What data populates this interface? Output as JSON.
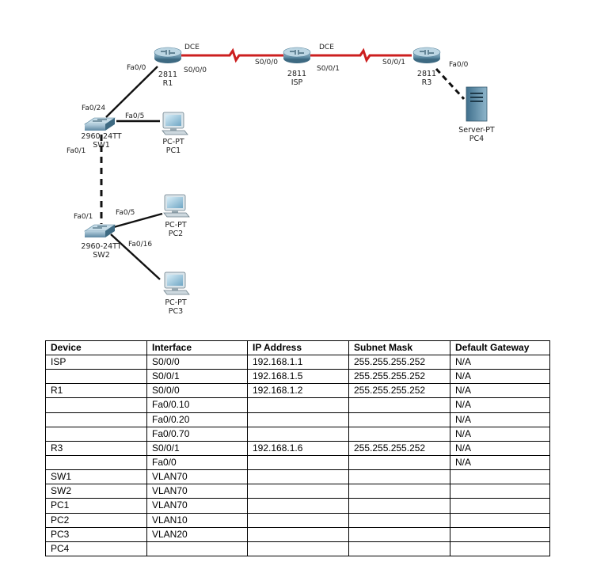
{
  "diagram": {
    "devices": {
      "r1": {
        "model": "2811",
        "name": "R1"
      },
      "isp": {
        "model": "2811",
        "name": "ISP"
      },
      "r3": {
        "model": "2811",
        "name": "R3"
      },
      "sw1": {
        "model": "2960-24TT",
        "name": "SW1"
      },
      "sw2": {
        "model": "2960-24TT",
        "name": "SW2"
      },
      "pc1": {
        "model": "PC-PT",
        "name": "PC1"
      },
      "pc2": {
        "model": "PC-PT",
        "name": "PC2"
      },
      "pc3": {
        "model": "PC-PT",
        "name": "PC3"
      },
      "pc4": {
        "model": "Server-PT",
        "name": "PC4"
      }
    },
    "ports": {
      "r1_fa00": "Fa0/0",
      "r1_s000": "S0/0/0",
      "r1_dce": "DCE",
      "isp_s000": "S0/0/0",
      "isp_s001": "S0/0/1",
      "isp_dce": "DCE",
      "r3_s001": "S0/0/1",
      "r3_fa00": "Fa0/0",
      "sw1_fa024": "Fa0/24",
      "sw1_fa05": "Fa0/5",
      "sw1_fa01": "Fa0/1",
      "sw2_fa01": "Fa0/1",
      "sw2_fa05": "Fa0/5",
      "sw2_fa016": "Fa0/16"
    },
    "colors": {
      "serial_link": "#cc1f1f",
      "ethernet_link": "#111111",
      "router": "#5f8fa8",
      "switch": "#5f8fa8"
    }
  },
  "table": {
    "headers": [
      "Device",
      "Interface",
      "IP Address",
      "Subnet Mask",
      "Default Gateway"
    ],
    "rows": [
      [
        "ISP",
        "S0/0/0",
        "192.168.1.1",
        "255.255.255.252",
        "N/A"
      ],
      [
        "",
        "S0/0/1",
        "192.168.1.5",
        "255.255.255.252",
        "N/A"
      ],
      [
        "R1",
        "S0/0/0",
        "192.168.1.2",
        "255.255.255.252",
        "N/A"
      ],
      [
        "",
        "Fa0/0.10",
        "",
        "",
        "N/A"
      ],
      [
        "",
        "Fa0/0.20",
        "",
        "",
        "N/A"
      ],
      [
        "",
        "Fa0/0.70",
        "",
        "",
        "N/A"
      ],
      [
        "R3",
        "S0/0/1",
        "192.168.1.6",
        "255.255.255.252",
        "N/A"
      ],
      [
        "",
        "Fa0/0",
        "",
        "",
        "N/A"
      ],
      [
        "SW1",
        "VLAN70",
        "",
        "",
        ""
      ],
      [
        "SW2",
        "VLAN70",
        "",
        "",
        ""
      ],
      [
        "PC1",
        "VLAN70",
        "",
        "",
        ""
      ],
      [
        "PC2",
        "VLAN10",
        "",
        "",
        ""
      ],
      [
        "PC3",
        "VLAN20",
        "",
        "",
        ""
      ],
      [
        "PC4",
        "",
        "",
        "",
        ""
      ]
    ]
  }
}
